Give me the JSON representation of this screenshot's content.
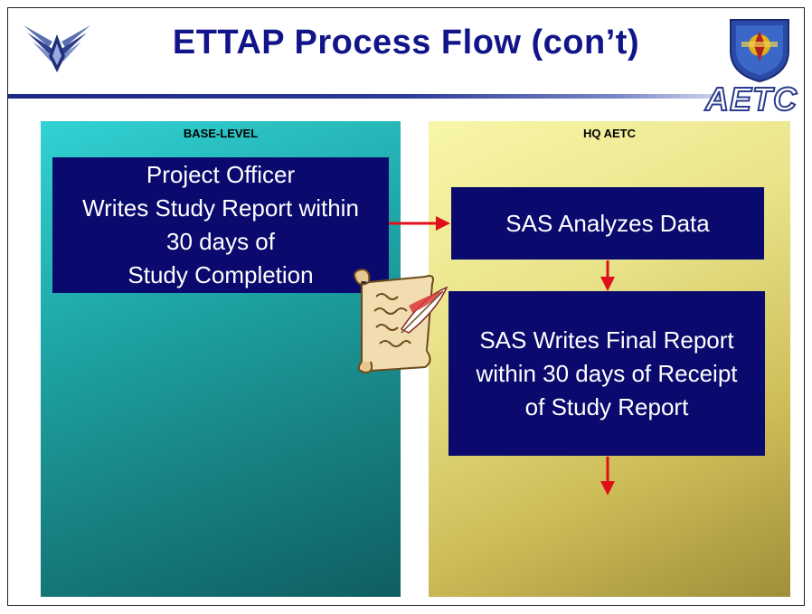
{
  "slide": {
    "title": "ETTAP Process Flow (con’t)",
    "logo_text": "AETC"
  },
  "lanes": {
    "left_label": "BASE-LEVEL",
    "right_label": "HQ AETC"
  },
  "steps": [
    {
      "text": "Project Officer\nWrites Study Report within\n30 days of\nStudy Completion"
    },
    {
      "text": "SAS Analyzes Data"
    },
    {
      "text": "SAS Writes Final Report\nwithin 30 days of Receipt\nof Study Report"
    }
  ],
  "colors": {
    "title": "#12148a",
    "box": "#0a0a6e",
    "arrow": "#e0101a",
    "left_lane": "#1fa8a9",
    "right_lane": "#e9e38a"
  },
  "icons": [
    "air-force-wings-icon",
    "aetc-shield-icon",
    "scroll-quill-icon"
  ]
}
